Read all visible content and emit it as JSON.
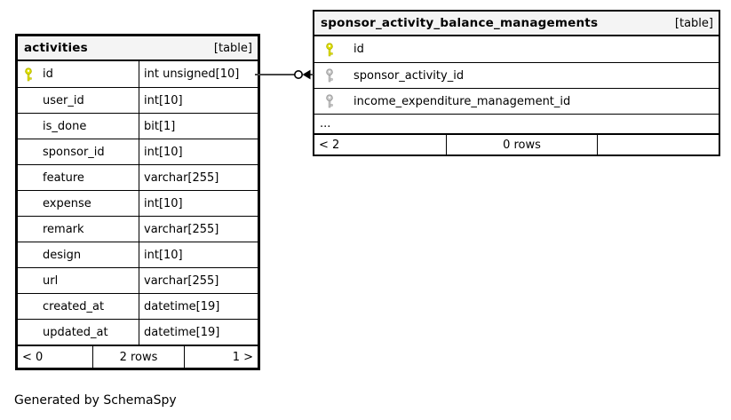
{
  "colors": {
    "header_bg": "#f4f4f4",
    "border": "#000000",
    "primary_key_fill": "#e3e300",
    "primary_key_stroke": "#b4b400",
    "foreign_key_fill": "#c9c9c9",
    "foreign_key_stroke": "#9b9b9b",
    "relation_line": "#454545"
  },
  "note": "Generated by SchemaSpy",
  "tables": [
    {
      "name": "activities",
      "badge": "[table]",
      "columns": [
        {
          "name": "id",
          "type": "int unsigned[10]",
          "key": "primary"
        },
        {
          "name": "user_id",
          "type": "int[10]",
          "key": "none"
        },
        {
          "name": "is_done",
          "type": "bit[1]",
          "key": "none"
        },
        {
          "name": "sponsor_id",
          "type": "int[10]",
          "key": "none"
        },
        {
          "name": "feature",
          "type": "varchar[255]",
          "key": "none"
        },
        {
          "name": "expense",
          "type": "int[10]",
          "key": "none"
        },
        {
          "name": "remark",
          "type": "varchar[255]",
          "key": "none"
        },
        {
          "name": "design",
          "type": "int[10]",
          "key": "none"
        },
        {
          "name": "url",
          "type": "varchar[255]",
          "key": "none"
        },
        {
          "name": "created_at",
          "type": "datetime[19]",
          "key": "none"
        },
        {
          "name": "updated_at",
          "type": "datetime[19]",
          "key": "none"
        }
      ],
      "footer": {
        "left": "< 0",
        "center": "2 rows",
        "right": "1 >"
      }
    },
    {
      "name": "sponsor_activity_balance_managements",
      "badge": "[table]",
      "columns": [
        {
          "name": "id",
          "key": "primary"
        },
        {
          "name": "sponsor_activity_id",
          "key": "foreign"
        },
        {
          "name": "income_expenditure_management_id",
          "key": "foreign"
        }
      ],
      "ellipsis": "...",
      "footer": {
        "left": "< 2",
        "center": "0 rows",
        "right": ""
      }
    }
  ],
  "relationship": {
    "from": "activities.id",
    "to": "sponsor_activity_balance_managements.sponsor_activity_id"
  }
}
